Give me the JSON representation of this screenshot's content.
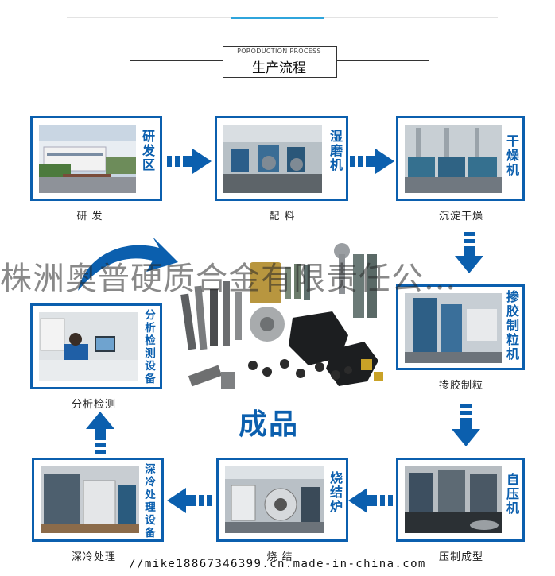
{
  "header": {
    "subtitle": "PORODUCTION PROCESS",
    "title": "生产流程"
  },
  "steps": [
    {
      "label": "研发区",
      "caption": "研  发"
    },
    {
      "label": "湿磨机",
      "caption": "配  料"
    },
    {
      "label": "干燥机",
      "caption": "沉淀干燥"
    },
    {
      "label": "掺胶制粒机",
      "caption": "掺胶制粒"
    },
    {
      "label": "自压机",
      "caption": "压制成型"
    },
    {
      "label": "烧结炉",
      "caption": "烧  结"
    },
    {
      "label": "深冷处理设备",
      "caption": "深冷处理"
    },
    {
      "label": "分析检测设备",
      "caption": "分析检测"
    }
  ],
  "product": {
    "title": "成品"
  },
  "watermark": "株洲奥普硬质合金有限责任公...",
  "footer": "//mike18867346399.cn.made-in-china.com",
  "colors": {
    "accent": "#0b5fae",
    "top_accent": "#2fa5dc"
  }
}
